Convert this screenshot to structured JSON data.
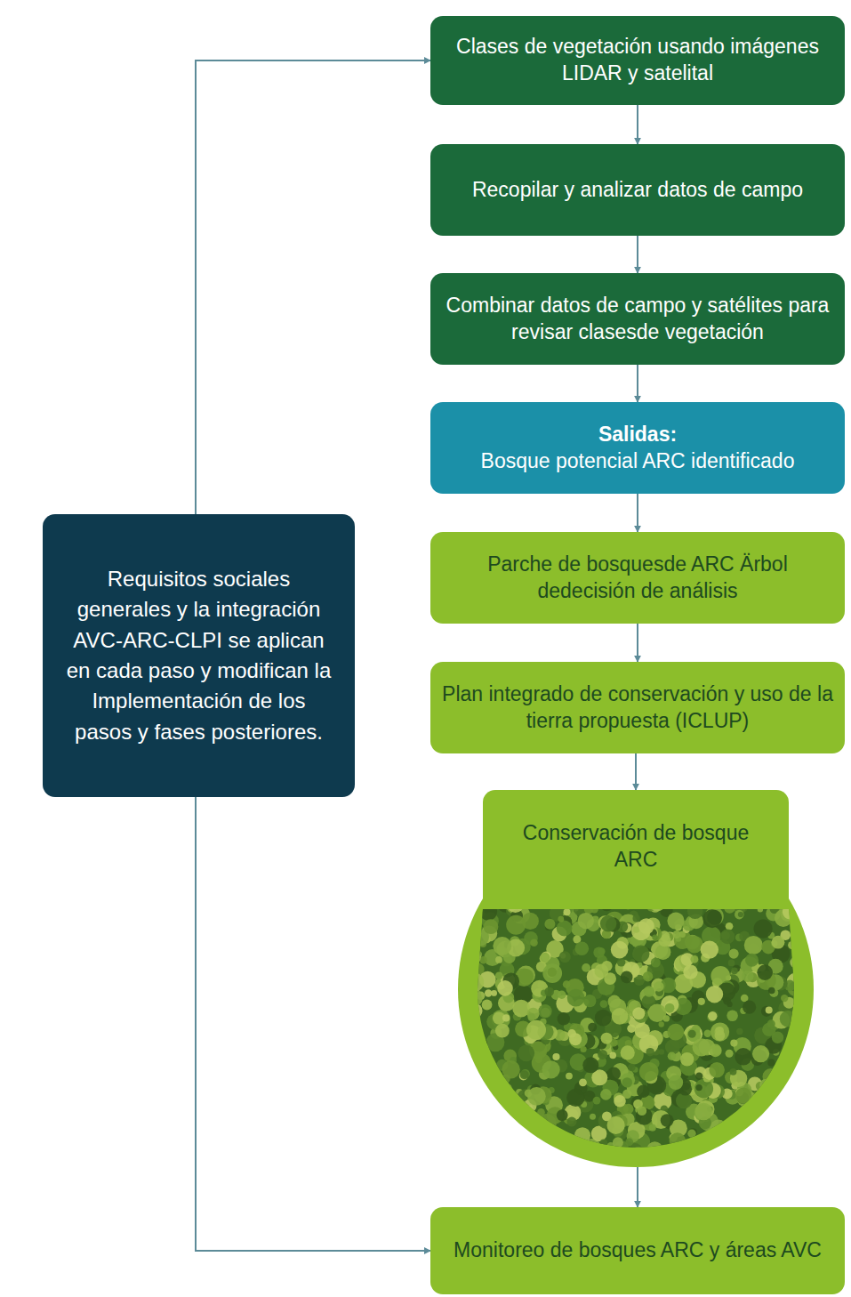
{
  "diagram": {
    "nodes": [
      {
        "text": [
          "Clases de vegetación usando imágenes LIDAR y satelital"
        ]
      },
      {
        "text": [
          "Recopilar y analizar datos de campo"
        ]
      },
      {
        "text": [
          "Combinar datos de campo y satélites para revisar clasesde vegetación"
        ]
      },
      {
        "text": [
          "Salidas:",
          "Bosque potencial ARC identificado"
        ]
      },
      {
        "text": [
          "Parche de bosquesde ARC Ärbol dedecisión de análisis"
        ]
      },
      {
        "text": [
          "Plan integrado de conservación y uso de la tierra propuesta (ICLUP)"
        ]
      },
      {
        "text": [
          "Conservación de bosque ARC"
        ]
      },
      {
        "text": [
          "Monitoreo de bosques ARC y áreas AVC"
        ]
      },
      {
        "text": [
          "Requisitos sociales generales y la integración AVC-ARC-CLPI se aplican en cada paso y modifican la Implementación de los pasos y fases posteriores."
        ]
      }
    ],
    "edges": [
      {
        "from": 0,
        "to": 1,
        "arrow": "to"
      },
      {
        "from": 1,
        "to": 2,
        "arrow": "to"
      },
      {
        "from": 2,
        "to": 3,
        "arrow": "to"
      },
      {
        "from": 3,
        "to": 4,
        "arrow": "to"
      },
      {
        "from": 4,
        "to": 5,
        "arrow": "to"
      },
      {
        "from": 5,
        "to": 6,
        "arrow": "to"
      },
      {
        "from": 6,
        "to": 7,
        "arrow": "to"
      },
      {
        "from": 8,
        "to": 0,
        "arrow": "to"
      },
      {
        "from": 8,
        "to": 7,
        "arrow": "to"
      }
    ]
  }
}
